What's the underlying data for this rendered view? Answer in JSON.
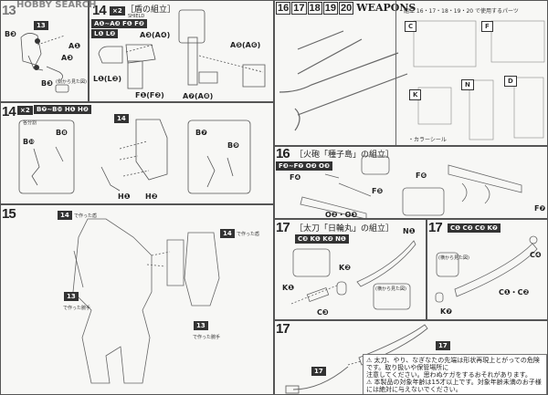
{
  "watermark": "HOBBY SEARCH",
  "step13": {
    "num": "13",
    "labels": [
      "B❸",
      "A❶",
      "A❸",
      "B❸"
    ],
    "icon_sub": "13",
    "callout": "(側から見た図)"
  },
  "step14a": {
    "num": "14",
    "multiplier": "×2",
    "title": "［盾の組立］",
    "subtitle": "SHIELD",
    "parts_line1": "A❶~A❸ F❶ F❷",
    "parts_line2": "L❶ L❷",
    "labels": [
      "A❸(A❹)",
      "L❶(L❷)",
      "F❶(F❷)",
      "A❺(A❻)",
      "A❼(A❽)"
    ]
  },
  "step14b": {
    "num": "14",
    "multiplier": "×2",
    "parts": "B❼~B❿ H❶ H❷",
    "sub": "各分割",
    "labels": [
      "B❿",
      "B❽",
      "B❼",
      "B❾",
      "H❶",
      "H❷"
    ],
    "ref": "14"
  },
  "step15": {
    "num": "15",
    "callouts": [
      {
        "ref": "14",
        "text": "で作った盾"
      },
      {
        "ref": "14",
        "text": "で作った盾"
      },
      {
        "ref": "13",
        "text": "で作った腕手"
      },
      {
        "ref": "13",
        "text": "で作った腕手"
      }
    ]
  },
  "weapons": {
    "steps": [
      "16",
      "17",
      "18",
      "19",
      "20"
    ],
    "title": "WEAPONS",
    "parts_used": "・組立 16・17・18・19・20 で使用するパーツ",
    "runners": [
      "C",
      "F",
      "K",
      "N",
      "D"
    ],
    "color_sticker": "・カラーシール"
  },
  "step16": {
    "num": "16",
    "title": "［火砲「種子島」の組立］",
    "parts": "F❸~F❼ O❷ O❸",
    "labels": [
      "F❹",
      "F❺",
      "O❷・O❸",
      "F❻",
      "F❼"
    ]
  },
  "step17a": {
    "num": "17",
    "title": "［太刀「日輪丸」の組立］",
    "parts": "C❸ K❶ K❷ N❶",
    "labels": [
      "N❶",
      "K❷",
      "K❶",
      "C❸"
    ],
    "callout": "(横から見た図)"
  },
  "step17b": {
    "num": "17",
    "parts": "C❶ C❷ C❸ K❼",
    "labels": [
      "C❹",
      "C❶・C❷",
      "K❼"
    ],
    "callout": "(横から見た図)"
  },
  "step17c": {
    "num": "17",
    "refs": [
      "17",
      "17"
    ],
    "warnings": [
      "⚠ 太刀、やり、なぎなたの先端は形状再現上とがっての危険です。取り扱いや保管場所に",
      "注意してください。思わぬケガをするおそれがあります。",
      "⚠ 本製品の対象年齢は15才以上です。対象年齢未満のお子様には絶対に与えないでください。"
    ]
  }
}
